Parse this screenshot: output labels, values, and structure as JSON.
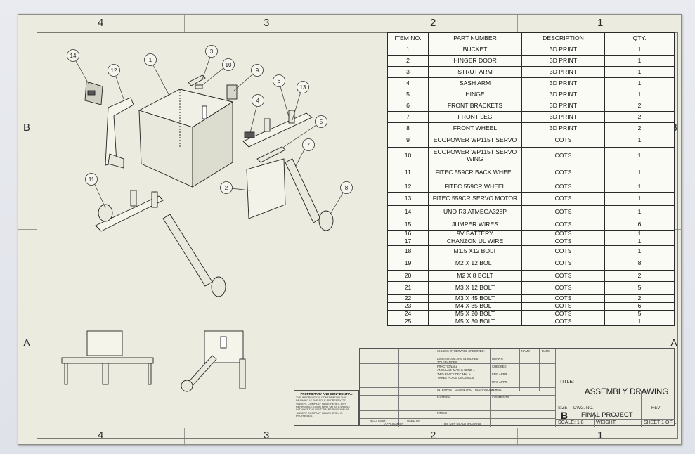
{
  "zones": {
    "columns_top": [
      "4",
      "3",
      "2",
      "1"
    ],
    "columns_bottom": [
      "4",
      "3",
      "2",
      "1"
    ],
    "rows_left": [
      "B",
      "A"
    ],
    "rows_right": [
      "B",
      "A"
    ]
  },
  "bom": {
    "headers": [
      "ITEM NO.",
      "PART NUMBER",
      "DESCRIPTION",
      "QTY."
    ],
    "rows": [
      [
        "1",
        "BUCKET",
        "3D PRINT",
        "1"
      ],
      [
        "2",
        "HINGER DOOR",
        "3D PRINT",
        "1"
      ],
      [
        "3",
        "STRUT ARM",
        "3D PRINT",
        "1"
      ],
      [
        "4",
        "SASH ARM",
        "3D PRINT",
        "1"
      ],
      [
        "5",
        "HINGE",
        "3D PRINT",
        "1"
      ],
      [
        "6",
        "FRONT BRACKETS",
        "3D PRINT",
        "2"
      ],
      [
        "7",
        "FRONT LEG",
        "3D PRINT",
        "2"
      ],
      [
        "8",
        "FRONT WHEEL",
        "3D PRINT",
        "2"
      ],
      [
        "9",
        "ECOPOWER WP115T SERVO",
        "COTS",
        "1"
      ],
      [
        "10",
        "ECOPOWER WP115T SERVO WING",
        "COTS",
        "1"
      ],
      [
        "11",
        "FITEC 559CR BACK WHEEL",
        "COTS",
        "1"
      ],
      [
        "12",
        "FITEC 559CR WHEEL",
        "COTS",
        "1"
      ],
      [
        "13",
        "FITEC 559CR SERVO MOTOR",
        "COTS",
        "1"
      ],
      [
        "14",
        "UNO R3 ATMEGA328P",
        "COTS",
        "1"
      ],
      [
        "15",
        "JUMPER WIRES",
        "COTS",
        "6"
      ],
      [
        "16",
        "9V BATTERY",
        "COTS",
        "1"
      ],
      [
        "17",
        "CHANZON UL WIRE",
        "COTS",
        "1"
      ],
      [
        "18",
        "M1.5 X12 BOLT",
        "COTS",
        "1"
      ],
      [
        "19",
        "M2 X 12 BOLT",
        "COTS",
        "8"
      ],
      [
        "20",
        "M2 X 8 BOLT",
        "COTS",
        "2"
      ],
      [
        "21",
        "M3 X 12 BOLT",
        "COTS",
        "5"
      ],
      [
        "22",
        "M3 X 45 BOLT",
        "COTS",
        "2"
      ],
      [
        "23",
        "M4 X 35 BOLT",
        "COTS",
        "6"
      ],
      [
        "24",
        "M5 X 20 BOLT",
        "COTS",
        "5"
      ],
      [
        "25",
        "M5 X 30 BOLT",
        "COTS",
        "1"
      ]
    ]
  },
  "balloons": [
    "14",
    "12",
    "1",
    "3",
    "10",
    "9",
    "6",
    "13",
    "4",
    "5",
    "7",
    "2",
    "8",
    "11"
  ],
  "title_block": {
    "unless": "UNLESS OTHERWISE SPECIFIED:",
    "name_col": "NAME",
    "date_col": "DATE",
    "dims": "DIMENSIONS ARE IN INCHES",
    "tolerances": "TOLERANCES:",
    "fractional": "FRACTIONAL±",
    "angular": "ANGULAR: MACH±   BEND ±",
    "two_place": "TWO PLACE DECIMAL   ±",
    "three_place": "THREE PLACE DECIMAL  ±",
    "drawn": "DRAWN",
    "checked": "CHECKED",
    "eng_appr": "ENG APPR.",
    "mfg_appr": "MFG APPR.",
    "qa": "Q.A.",
    "comments": "COMMENTS:",
    "interpret": "INTERPRET GEOMETRIC TOLERANCING PER:",
    "material": "MATERIAL",
    "finish": "FINISH",
    "next_assy": "NEXT ASSY",
    "used_on": "USED ON",
    "application": "APPLICATION",
    "do_not_scale": "DO NOT SCALE DRAWING",
    "proprietary_title": "PROPRIETARY AND CONFIDENTIAL",
    "proprietary_body": "THE INFORMATION CONTAINED IN THIS DRAWING IS THE SOLE PROPERTY OF <INSERT COMPANY NAME HERE>. ANY REPRODUCTION IN PART OR AS A WHOLE WITHOUT THE WRITTEN PERMISSION OF <INSERT COMPANY NAME HERE> IS PROHIBITED.",
    "title_label": "TITLE:",
    "title": "ASSEMBLY DRAWING",
    "size_label": "SIZE",
    "size": "B",
    "dwg_no_label": "DWG.  NO.",
    "dwg_no": "FINAL PROJECT",
    "rev_label": "REV",
    "scale": "SCALE: 1:8",
    "weight": "WEIGHT:",
    "sheet": "SHEET 1 OF 1"
  }
}
